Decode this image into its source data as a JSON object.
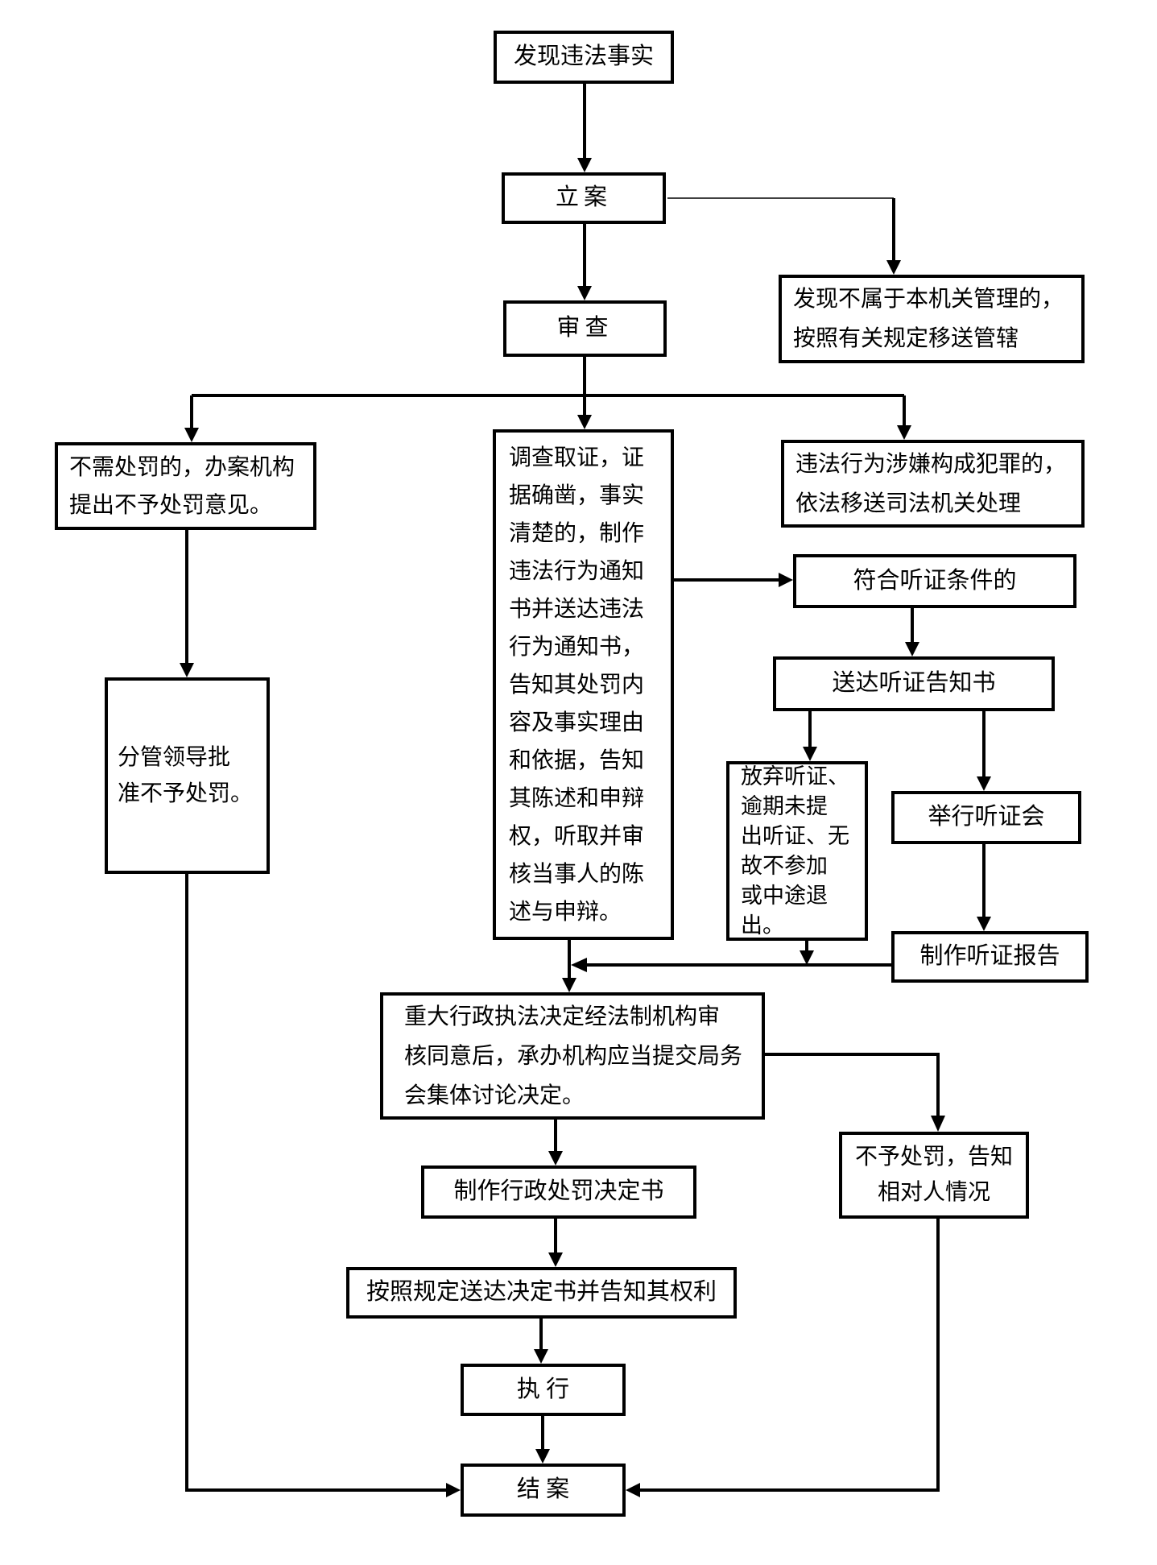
{
  "colors": {
    "line": "#000000",
    "background": "#ffffff",
    "text": "#000000"
  },
  "nodes": {
    "discover": {
      "text": "发现违法事实"
    },
    "file_case": {
      "text": "立案"
    },
    "review": {
      "text": "审查"
    },
    "transfer_jurisdiction": {
      "text": "发现不属于本机关管理的，\n按照有关规定移送管辖"
    },
    "no_penalty_opinion": {
      "text": "不需处罚的，办案机构\n提出不予处罚意见。"
    },
    "investigate": {
      "text": "调查取证，证\n据确凿，事实\n清楚的，制作\n违法行为通知\n书并送达违法\n行为通知书，\n告知其处罚内\n容及事实理由\n和依据，告知\n其陈述和申辩\n权，听取并审\n核当事人的陈\n述与申辩。"
    },
    "transfer_judicial": {
      "text": "违法行为涉嫌构成犯罪的，\n依法移送司法机关处理"
    },
    "hearing_eligible": {
      "text": "符合听证条件的"
    },
    "hearing_notice": {
      "text": "送达听证告知书"
    },
    "waive_hearing": {
      "text": "放弃听证、\n逾期未提\n出听证、无\n故不参加\n或中途退\n出。"
    },
    "hold_hearing": {
      "text": "举行听证会"
    },
    "hearing_report": {
      "text": "制作听证报告"
    },
    "leader_approval": {
      "text": "分管领导批\n准不予处罚。"
    },
    "major_decision": {
      "text": "重大行政执法决定经法制机构审\n核同意后，承办机构应当提交局务\n会集体讨论决定。"
    },
    "no_penalty_notify": {
      "text": "不予处罚，告知\n相对人情况"
    },
    "penalty_decision_doc": {
      "text": "制作行政处罚决定书"
    },
    "deliver_decision": {
      "text": "按照规定送达决定书并告知其权利"
    },
    "execute": {
      "text": "执 行"
    },
    "close_case": {
      "text": "结 案"
    }
  }
}
